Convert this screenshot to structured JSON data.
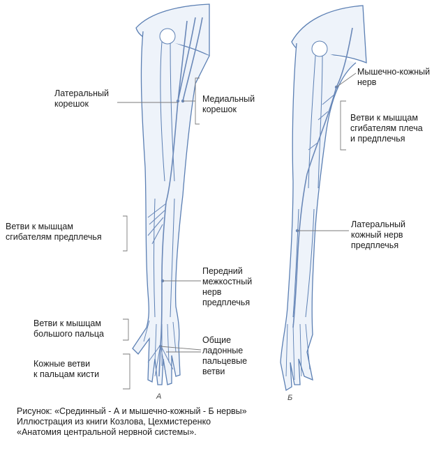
{
  "figure_a": {
    "letter": "А",
    "labels": {
      "lateral_root": "Латеральный\nкорешок",
      "medial_root": "Медиальный\nкорешок",
      "forearm_flexor_branches": "Ветви к мышцам\nсгибателям предплечья",
      "anterior_interosseous": "Передний\nмежкостный\nнерв\nпредплечья",
      "thumb_muscle_branches": "Ветви к мышцам\nбольшого пальца",
      "common_palmar_digital": "Общие\nладонные\nпальцевые\nветви",
      "cutaneous_finger_branches": "Кожные ветви\nк пальцам кисти"
    }
  },
  "figure_b": {
    "letter": "Б",
    "labels": {
      "musculocutaneous": "Мышечно-кожный\nнерв",
      "arm_forearm_flexor_branches": "Ветви к мышцам\nсгибателям плеча\nи предплечья",
      "lateral_cutaneous_forearm": "Латеральный\nкожный нерв\nпредплечья"
    }
  },
  "caption": {
    "line1": "Рисунок: «Срединный - А и мышечно-кожный - Б нервы»",
    "line2": "Иллюстрация из книги Козлова, Цехмистеренко",
    "line3": "«Анатомия центральной нервной системы»."
  },
  "colors": {
    "limb_outline": "#5b7fb3",
    "limb_fill": "#eef3fa",
    "nerve": "#6a88b8",
    "leader": "#7a7a7a",
    "text": "#1a1a1a"
  }
}
